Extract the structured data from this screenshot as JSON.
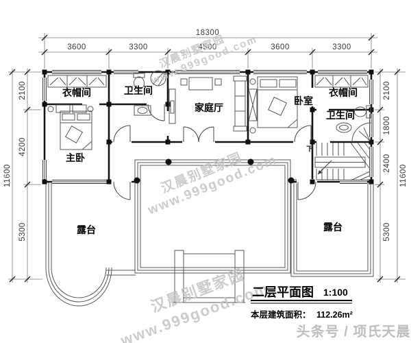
{
  "title_block": {
    "plan_title": "二层平面图",
    "plan_scale": "1:100",
    "area_label": "本层建筑面积：",
    "area_value": "112.26m²"
  },
  "watermarks": {
    "brand": "汉晨别墅家园",
    "url": "www.999good.com",
    "byline": "头条号 / 项氏天晨"
  },
  "rooms": {
    "cloak_left": "衣帽间",
    "bath_left": "卫生间",
    "family_hall": "家庭厅",
    "bedroom": "卧室",
    "cloak_right": "衣帽间",
    "bath_right": "卫生间",
    "master": "主卧",
    "terrace_left": "露台",
    "terrace_right": "露台",
    "stair_down": "下"
  },
  "dims": {
    "top_total": "18300",
    "top": [
      "3600",
      "3300",
      "4500",
      "3600",
      "3300"
    ],
    "left_total": "11600",
    "left": [
      "2100",
      "4200",
      "5300"
    ],
    "right_total": "11600",
    "right": [
      "2100",
      "1800",
      "2400",
      "5300"
    ]
  }
}
